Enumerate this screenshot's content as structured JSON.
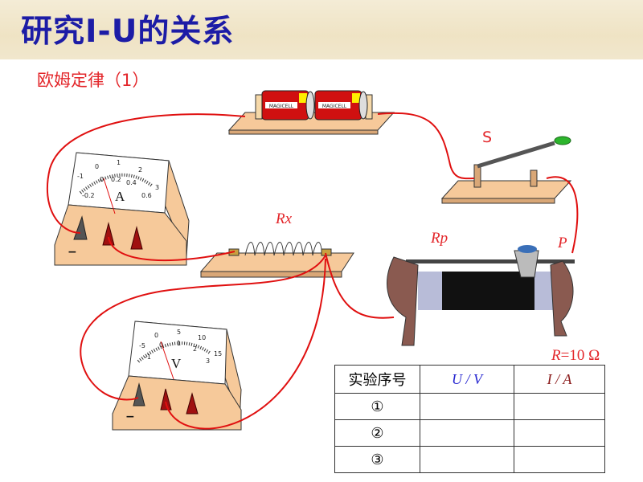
{
  "header": {
    "title": "研究I-U的关系"
  },
  "subtitle": "欧姆定律（1）",
  "labels": {
    "switch": "S",
    "resistor": "Rx",
    "rheostat": "Rp",
    "slider": "P"
  },
  "battery": {
    "brand": "MAGICELL"
  },
  "ammeter": {
    "unit": "A",
    "top_scale": [
      "-1",
      "0",
      "1",
      "2",
      "3"
    ],
    "bottom_scale": [
      "-0.2",
      "0",
      "0.2",
      "0.4",
      "0.6"
    ],
    "minus": "−"
  },
  "voltmeter": {
    "unit": "V",
    "top_scale": [
      "-5",
      "0",
      "5",
      "10",
      "15"
    ],
    "bottom_scale": [
      "-1",
      "0",
      "1",
      "2",
      "3"
    ],
    "minus": "−"
  },
  "resistance_note": {
    "symbol": "R",
    "value": "=10 Ω"
  },
  "table": {
    "headers": [
      "实验序号",
      "U / V",
      "I / A"
    ],
    "rows": [
      {
        "index": "①",
        "u": "",
        "i": ""
      },
      {
        "index": "②",
        "u": "",
        "i": ""
      },
      {
        "index": "③",
        "u": "",
        "i": ""
      }
    ]
  },
  "colors": {
    "title": "#1c1ca6",
    "accent_red": "#e3262a",
    "wire": "#e01010",
    "wood": "#f6c99a"
  }
}
